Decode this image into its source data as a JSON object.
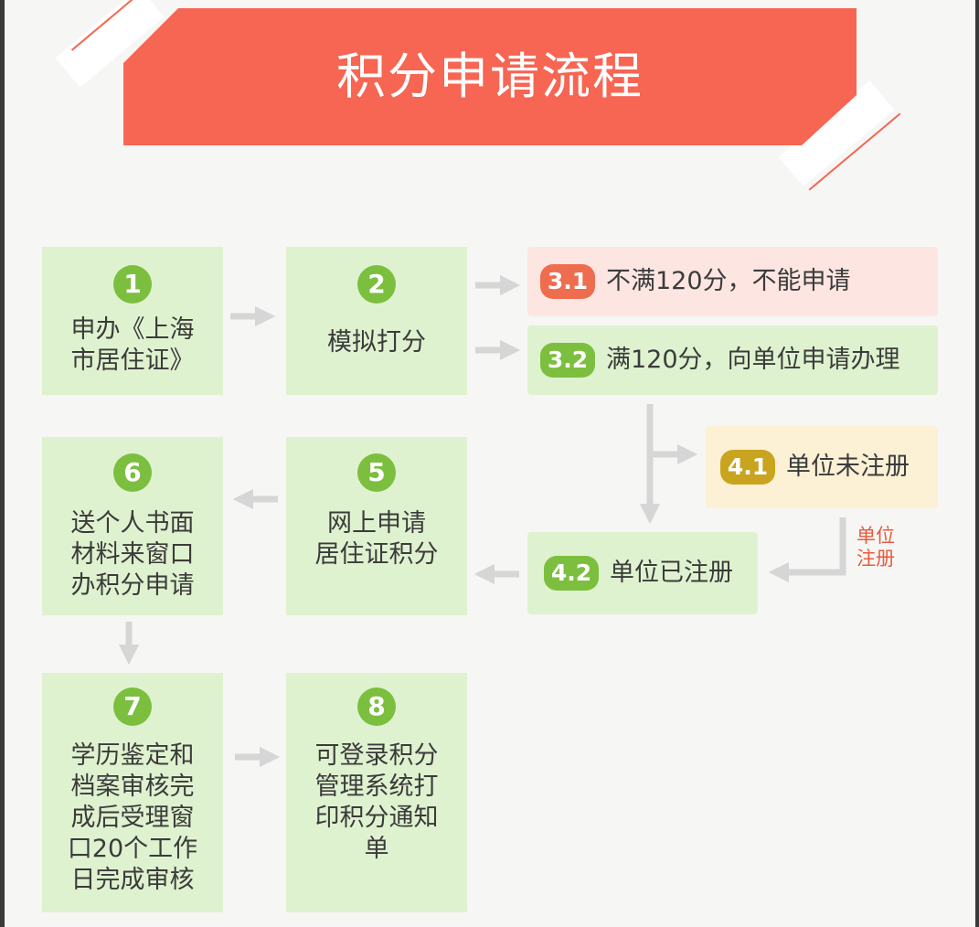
{
  "title": "积分申请流程",
  "steps": {
    "s1": {
      "num": "1",
      "text": "申办《上海\n市居住证》"
    },
    "s2": {
      "num": "2",
      "text": "模拟打分"
    },
    "s3_1": {
      "num": "3.1",
      "text": "不满120分，不能申请"
    },
    "s3_2": {
      "num": "3.2",
      "text": "满120分，向单位申请办理"
    },
    "s4_1": {
      "num": "4.1",
      "text": "单位未注册"
    },
    "s4_2": {
      "num": "4.2",
      "text": "单位已注册"
    },
    "s5": {
      "num": "5",
      "text": "网上申请\n居住证积分"
    },
    "s6": {
      "num": "6",
      "text": "送个人书面\n材料来窗口\n办积分申请"
    },
    "s7": {
      "num": "7",
      "text": "学历鉴定和\n档案审核完\n成后受理窗\n口20个工作\n日完成审核"
    },
    "s8": {
      "num": "8",
      "text": "可登录积分\n管理系统打\n印积分通知\n单"
    }
  },
  "note": "单位\n注册",
  "colors": {
    "banner": "#f76553",
    "green_box": "#dff2cf",
    "green_badge": "#7cbf3f",
    "red_box": "#fde6e1",
    "red_badge": "#ee6d4e",
    "yellow_box": "#fcf0d5",
    "yellow_badge": "#c9a41f",
    "arrow": "#d6d6d6",
    "note_text": "#e85a3e"
  }
}
